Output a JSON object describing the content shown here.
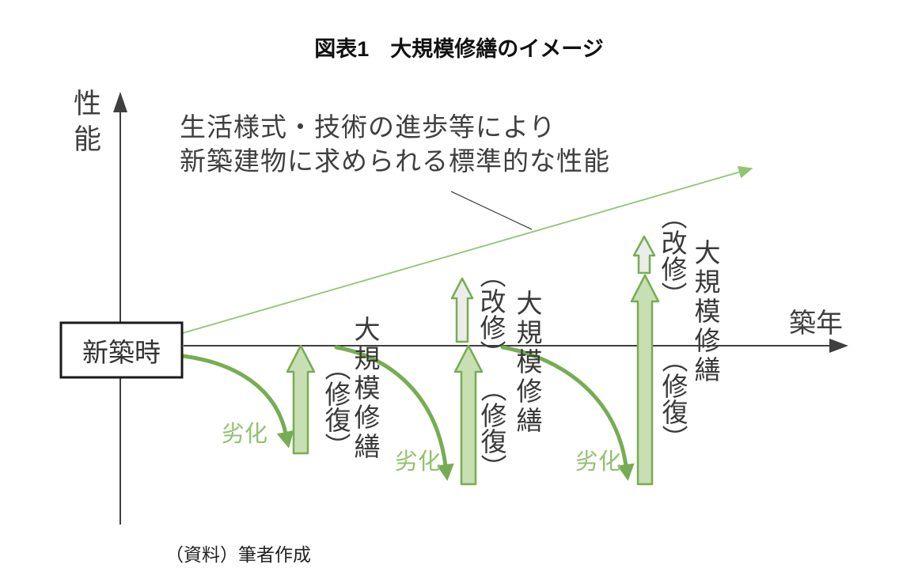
{
  "title": "図表1　大規模修繕のイメージ",
  "caption": "（資料）筆者作成",
  "axes": {
    "y_label": "性能",
    "x_label": "築年"
  },
  "origin_box": {
    "label": "新築時"
  },
  "trend_annotation": {
    "line1": "生活様式・技術の進歩等により",
    "line2": "新築建物に求められる標準的な性能"
  },
  "events": [
    {
      "deterioration_label": "劣化",
      "repair_label": "大規模修繕",
      "restore_label": "（修復）"
    },
    {
      "deterioration_label": "劣化",
      "renovation_label": "（改修）",
      "repair_label": "大規模修繕",
      "restore_label": "（修復）"
    },
    {
      "deterioration_label": "劣化",
      "renovation_label": "（改修）",
      "repair_label": "大規模修繕",
      "restore_label": "（修復）"
    }
  ],
  "colors": {
    "axis": "#3f3f3f",
    "text_dark": "#3a3a3a",
    "title_text": "#111111",
    "box_border": "#1a1a1a",
    "box_fill": "#ffffff",
    "trend_green": "#90c472",
    "curve_green": "#76ad52",
    "arrow_border_green": "#76ad52",
    "arrow_fill_green": "#c8dfb4",
    "arrow_fill_gray": "#ececec",
    "deterioration_green": "#92c170",
    "leader_gray": "#4a4a4a"
  }
}
